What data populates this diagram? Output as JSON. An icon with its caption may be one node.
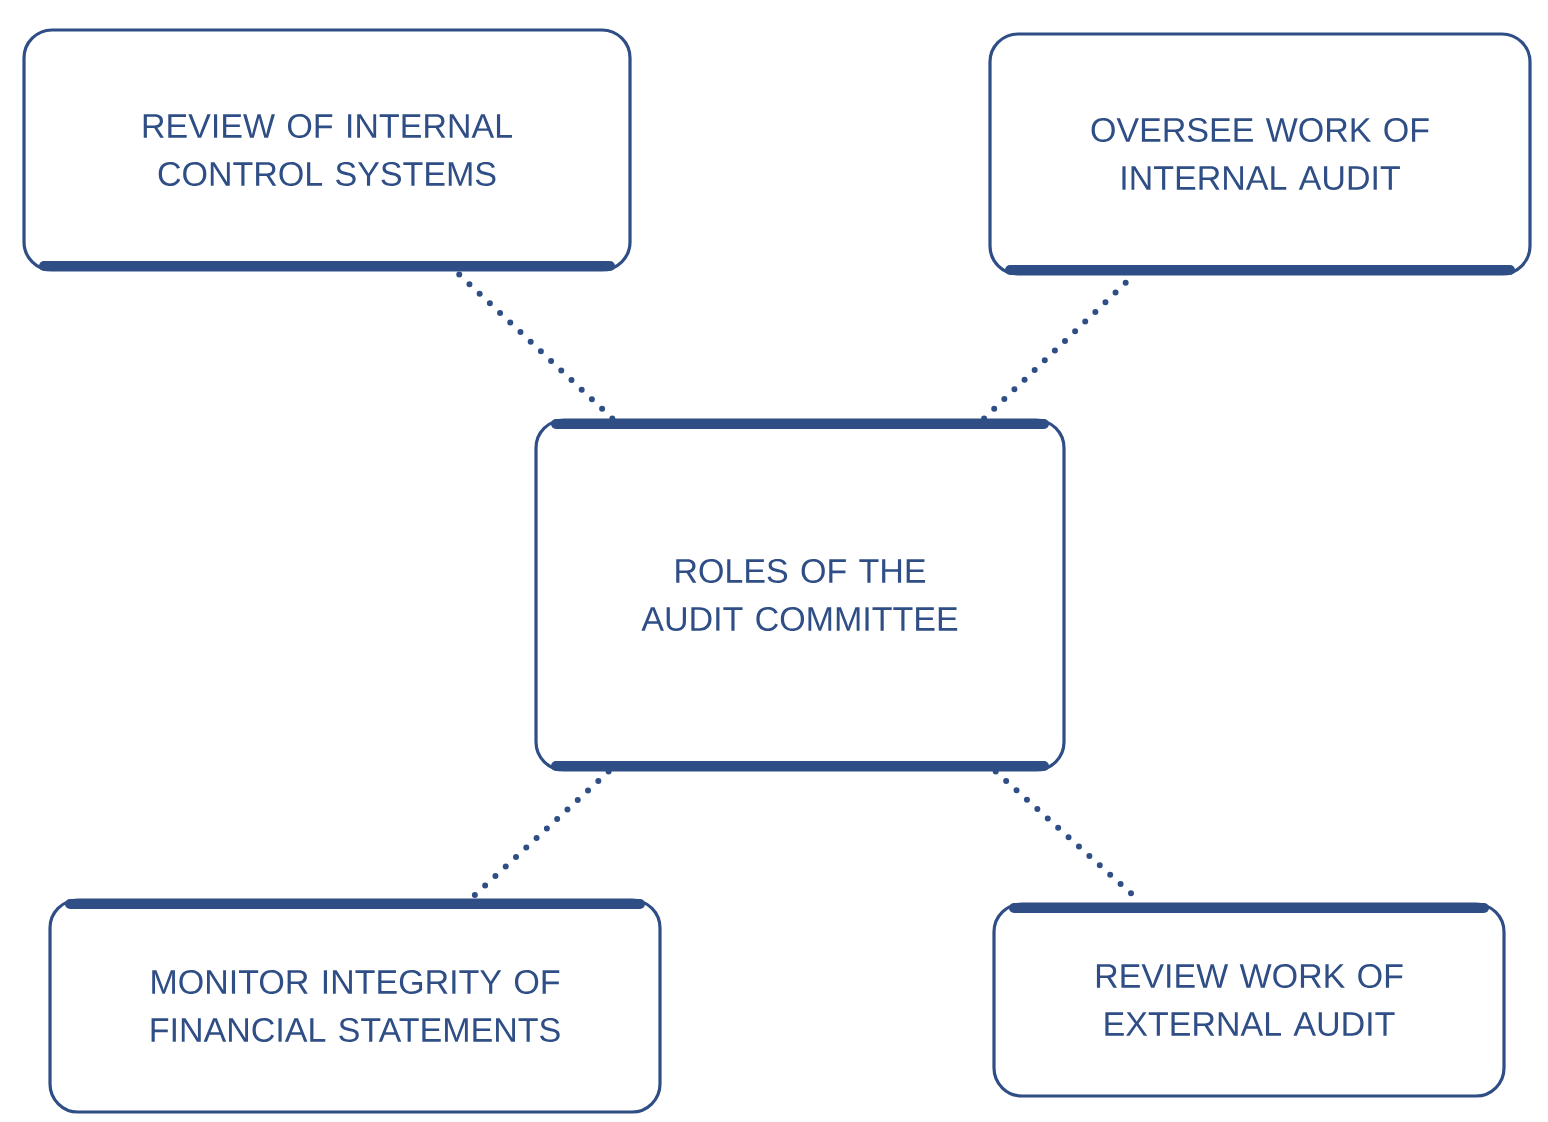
{
  "diagram": {
    "nodes": [
      {
        "text": [
          "REVIEW OF INTERNAL CONTROL SYSTEMS"
        ]
      },
      {
        "text": [
          "OVERSEE WORK OF INTERNAL AUDIT"
        ]
      },
      {
        "text": [
          "ROLES OF THE AUDIT COMMITTEE"
        ]
      },
      {
        "text": [
          "MONITOR INTEGRITY OF FINANCIAL STATEMENTS"
        ]
      },
      {
        "text": [
          "REVIEW WORK OF EXTERNAL AUDIT"
        ]
      }
    ],
    "edges": [
      {
        "from": 2,
        "to": 0,
        "arrow": "none"
      },
      {
        "from": 2,
        "to": 1,
        "arrow": "none"
      },
      {
        "from": 2,
        "to": 3,
        "arrow": "none"
      },
      {
        "from": 2,
        "to": 4,
        "arrow": "none"
      }
    ]
  }
}
